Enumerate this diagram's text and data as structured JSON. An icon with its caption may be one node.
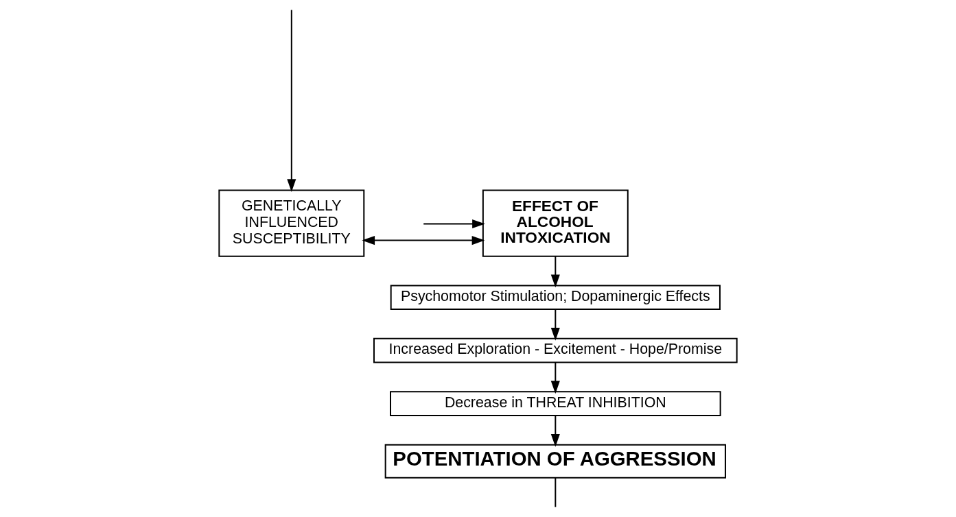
{
  "diagram": {
    "nodes": [
      {
        "text": [
          "GENETICALLY INFLUENCED SUSCEPTIBILITY"
        ]
      },
      {
        "text": [
          "EFFECT OF ALCOHOL INTOXICATION"
        ]
      },
      {
        "text": [
          "Psychomotor Stimulation; Dopaminergic Effects"
        ]
      },
      {
        "text": [
          "Increased Exploration - Excitement - Hope/Promise"
        ]
      },
      {
        "text": [
          "Decrease in THREAT INHIBITION"
        ]
      },
      {
        "text": [
          "POTENTIATION OF AGGRESSION"
        ]
      }
    ],
    "edges": [
      {
        "from": 0,
        "to": 1,
        "arrow": "both"
      },
      {
        "from": null,
        "to": 1,
        "arrow": "to"
      },
      {
        "from": 1,
        "to": 2,
        "arrow": "to"
      },
      {
        "from": 2,
        "to": 3,
        "arrow": "to"
      },
      {
        "from": 3,
        "to": 4,
        "arrow": "to"
      },
      {
        "from": 4,
        "to": 5,
        "arrow": "to"
      },
      {
        "from": 5,
        "to": null,
        "arrow": "none"
      },
      {
        "from": null,
        "to": 0,
        "arrow": "to"
      }
    ]
  }
}
